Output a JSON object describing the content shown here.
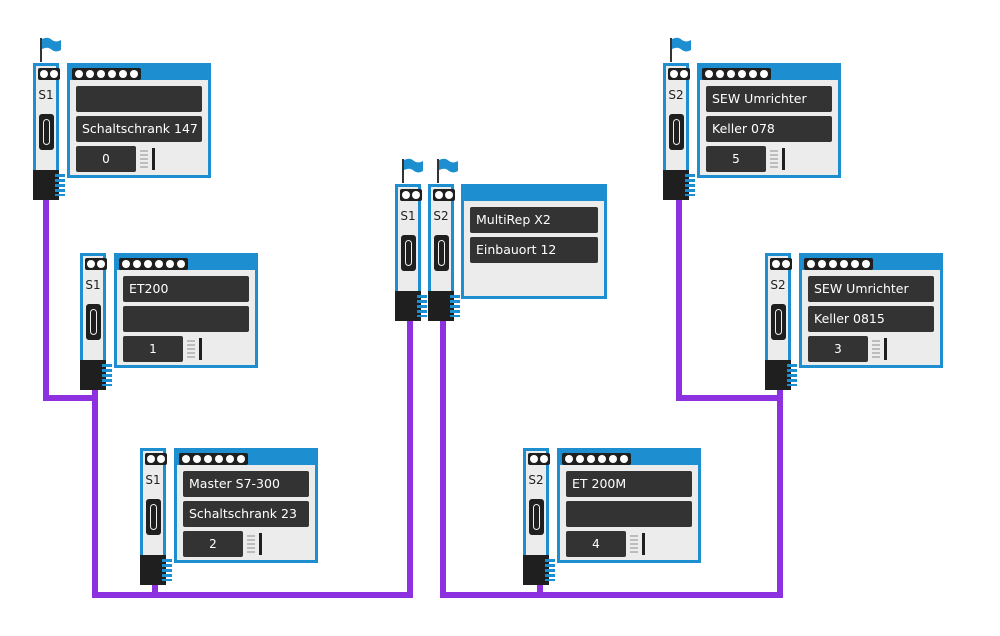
{
  "colors": {
    "wire": "#8c30e0",
    "frame": "#1d8fd0",
    "field": "#333333",
    "panel_bg": "#ececec",
    "flag": "#1d8fd0"
  },
  "nodes": [
    {
      "id": "n0",
      "slot": "S1",
      "name": "",
      "location": "Schaltschrank 147",
      "address": "0",
      "flag": true
    },
    {
      "id": "n1",
      "slot": "S1",
      "name": "ET200",
      "location": "",
      "address": "1",
      "flag": false
    },
    {
      "id": "n2",
      "slot": "S1",
      "name": "Master S7-300",
      "location": "Schaltschrank 23",
      "address": "2",
      "flag": false
    },
    {
      "id": "n5",
      "slot": "S2",
      "name": "SEW Umrichter",
      "location": "Keller 078",
      "address": "5",
      "flag": true
    },
    {
      "id": "n3",
      "slot": "S2",
      "name": "SEW Umrichter",
      "location": "Keller 0815",
      "address": "3",
      "flag": false
    },
    {
      "id": "n4",
      "slot": "S2",
      "name": "ET 200M",
      "location": "",
      "address": "4",
      "flag": false
    }
  ],
  "repeater": {
    "slot_a": "S1",
    "slot_b": "S2",
    "name": "MultiRep X2",
    "location": "Einbauort 12",
    "flags": true
  },
  "icons": [
    "flag-icon",
    "connector-plug-icon",
    "terminal-dots-icon"
  ]
}
